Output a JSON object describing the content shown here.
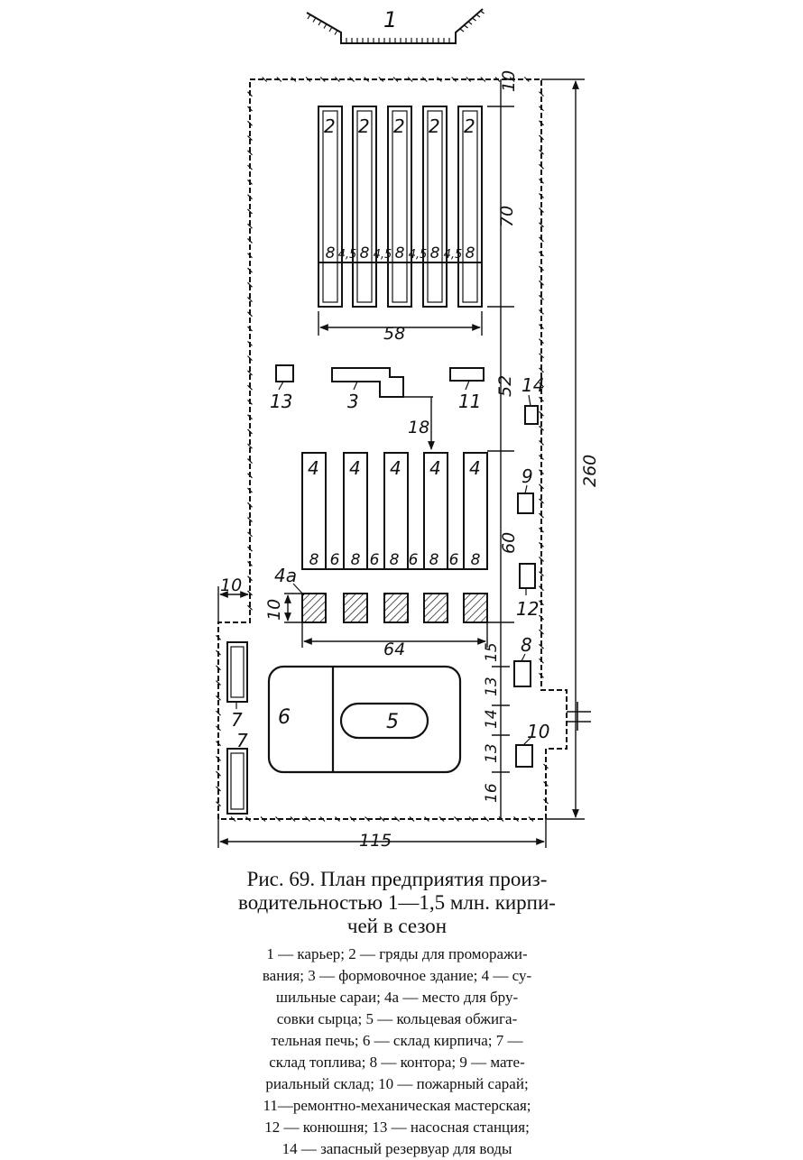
{
  "diagram": {
    "labels": {
      "quarry": "1",
      "freezing_beds": "2",
      "molding_building": "3",
      "drying_sheds": "4",
      "bar_place": "4а",
      "kiln": "5",
      "brick_store": "6",
      "fuel_store": "7",
      "office": "8",
      "material_store": "9",
      "fire_shed": "10",
      "workshop": "11",
      "stable": "12",
      "pump_station": "13",
      "reservoir": "14"
    },
    "dimensions": {
      "top_gap": "10",
      "beds_length": "70",
      "beds_row": [
        "8",
        "4,5",
        "8",
        "4,5",
        "8",
        "4,5",
        "8",
        "4,5",
        "8"
      ],
      "beds_width": "58",
      "middle_gap": "52",
      "molding_to_sheds": "18",
      "total_length": "260",
      "sheds_length": "60",
      "sheds_row": [
        "8",
        "6",
        "8",
        "6",
        "8",
        "6",
        "8",
        "6",
        "8"
      ],
      "left_offset": "10",
      "bar_depth": "10",
      "sheds_width": "64",
      "lower_a": "15",
      "lower_b": "13",
      "lower_c": "14",
      "lower_d": "13",
      "lower_e": "16",
      "total_width": "115"
    }
  },
  "caption": {
    "lines": [
      "Рис. 69. План предприятия произ-",
      "водительностью 1—1,5 млн. кирпи-",
      "чей в сезон"
    ]
  },
  "legend": {
    "lines": [
      "1 — карьер; 2 — гряды для проморажи-",
      "вания; 3 — формовочное здание; 4 — су-",
      "шильные сараи; 4а — место для бру-",
      "совки сырца; 5 — кольцевая обжига-",
      "тельная печь; 6 — склад кирпича; 7 —",
      "склад топлива; 8 — контора; 9 — мате-",
      "риальный склад; 10 — пожарный сарай;",
      "11—ремонтно-механическая мастерская;",
      "12 — конюшня; 13 — насосная станция;",
      "14 — запасный резервуар для воды"
    ]
  }
}
